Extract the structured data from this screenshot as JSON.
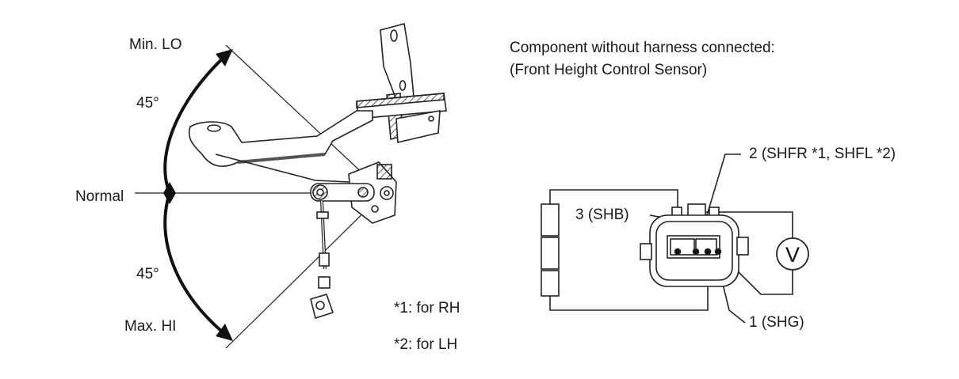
{
  "left_diagram": {
    "min_lo_label": "Min. LO",
    "max_hi_label": "Max. HI",
    "normal_label": "Normal",
    "angle_upper": "45°",
    "angle_lower": "45°",
    "footnote_rh": "*1: for RH",
    "footnote_lh": "*2: for LH"
  },
  "right_diagram": {
    "caption_line1": "Component without harness connected:",
    "caption_line2": "(Front Height Control Sensor)",
    "terminal_2": "2 (SHFR *1, SHFL *2)",
    "terminal_3": "3 (SHB)",
    "terminal_1": "1 (SHG)",
    "meter_symbol": "V"
  }
}
